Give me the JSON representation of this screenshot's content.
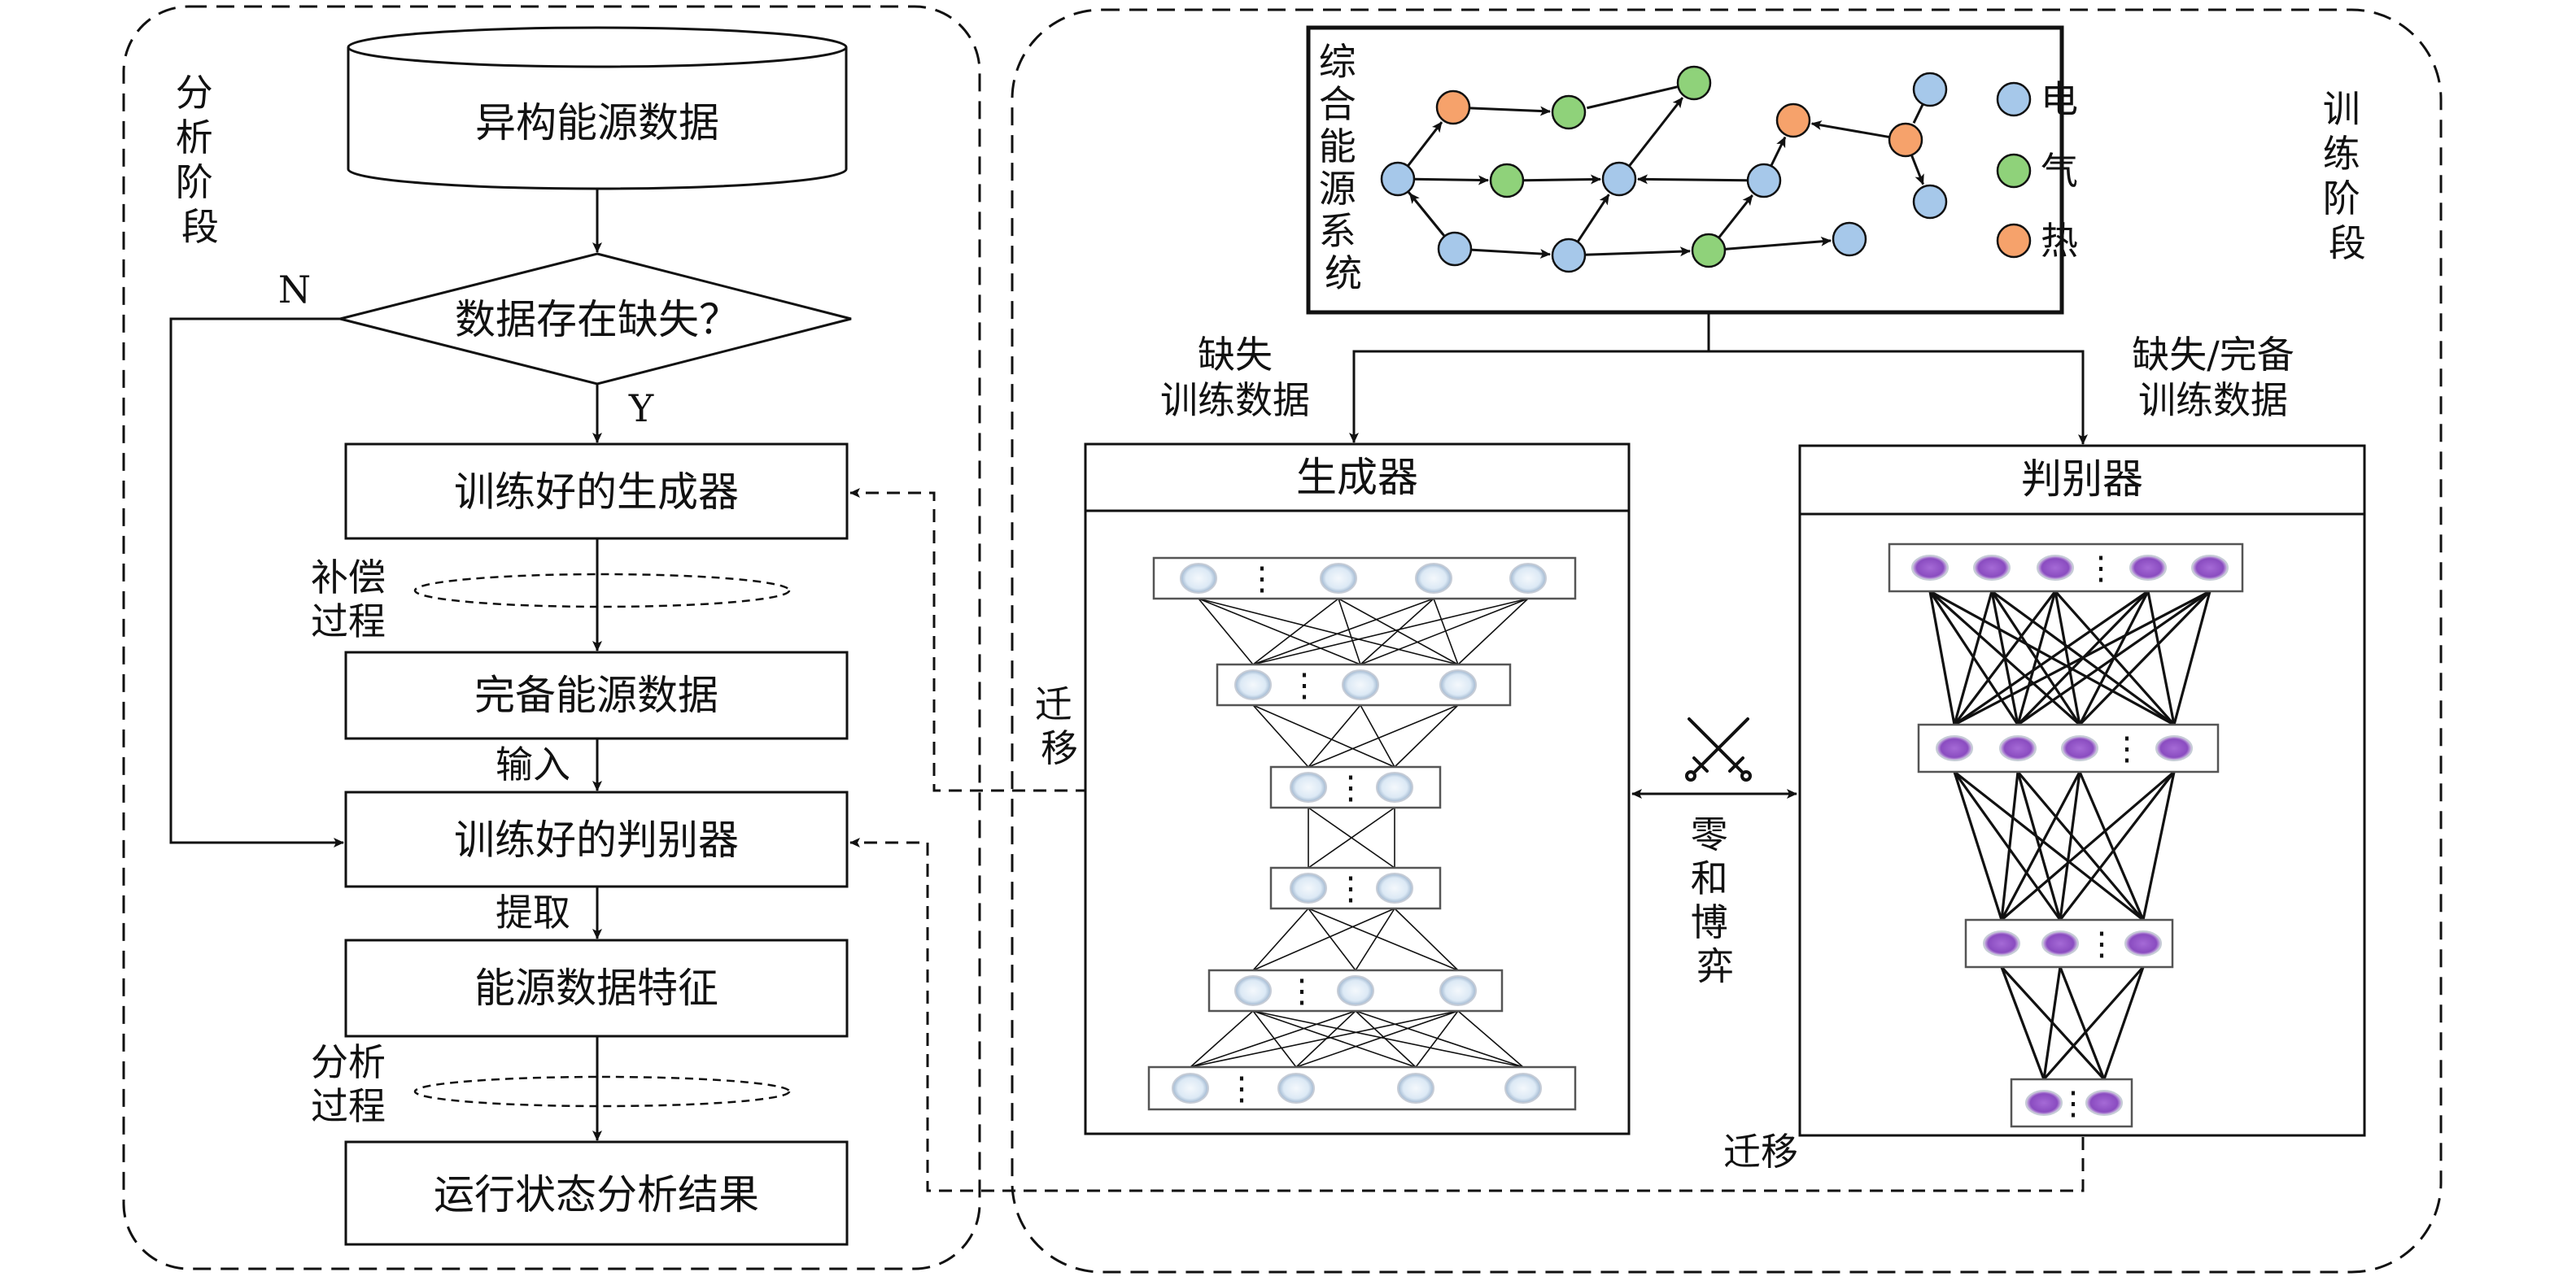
{
  "analysis_stage": {
    "label": "分析阶段",
    "nodes": {
      "raw_data": "异构能源数据",
      "decision": "数据存在缺失？",
      "generator": "训练好的生成器",
      "complete_data": "完备能源数据",
      "discriminator": "训练好的判别器",
      "features": "能源数据特征",
      "result": "运行状态分析结果"
    },
    "edge_labels": {
      "no": "N",
      "yes": "Y",
      "compensate_1": "补偿",
      "compensate_2": "过程",
      "input": "输入",
      "extract": "提取",
      "analyze_1": "分析",
      "analyze_2": "过程"
    }
  },
  "training_stage": {
    "label": "训练阶段",
    "system": {
      "title": "综合能源系统",
      "legend": [
        {
          "label": "电",
          "color": "#a6c8ea"
        },
        {
          "label": "气",
          "color": "#8fd27a"
        },
        {
          "label": "热",
          "color": "#f6a26b"
        }
      ]
    },
    "missing_data_line1": "缺失",
    "missing_data_line2": "训练数据",
    "full_data_line1": "缺失/完备",
    "full_data_line2": "训练数据",
    "generator_title": "生成器",
    "discriminator_title": "判别器",
    "zero_sum": "零和博弈",
    "transfer_top": "迁移",
    "transfer_bottom": "迁移",
    "dots": "⋮"
  },
  "colors": {
    "electric": "#a6c8ea",
    "gas": "#8fd27a",
    "heat": "#f6a26b",
    "gen_neuron": "#dce9f5",
    "disc_neuron": "#9557c6"
  }
}
